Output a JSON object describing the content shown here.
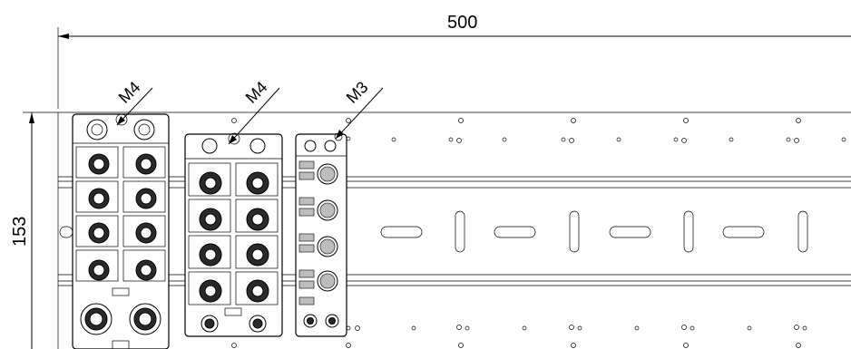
{
  "dimensions": {
    "width_label": "500",
    "height_label": "153"
  },
  "screw_labels": {
    "left": "M4",
    "middle": "M4",
    "right": "M3"
  },
  "colors": {
    "line": "#000000",
    "background": "#ffffff",
    "panel_gray": "#bdbdbd",
    "connector_dark": "#2a2a2a"
  }
}
